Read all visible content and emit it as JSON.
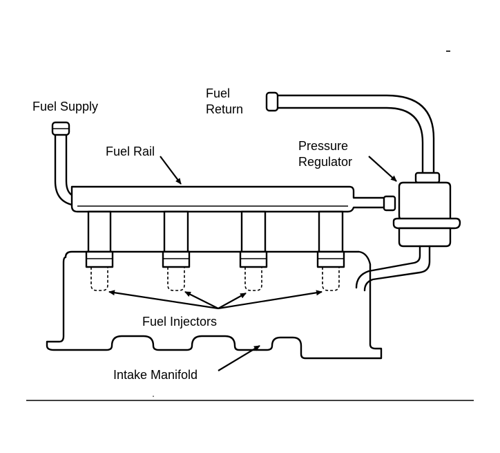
{
  "labels": {
    "fuel_supply": "Fuel Supply",
    "fuel_return_line1": "Fuel",
    "fuel_return_line2": "Return",
    "fuel_rail": "Fuel Rail",
    "pressure_line1": "Pressure",
    "pressure_line2": "Regulator",
    "fuel_injectors": "Fuel Injectors",
    "intake_manifold": "Intake Manifold"
  },
  "colors": {
    "ink": "#000000",
    "paper": "#ffffff"
  }
}
